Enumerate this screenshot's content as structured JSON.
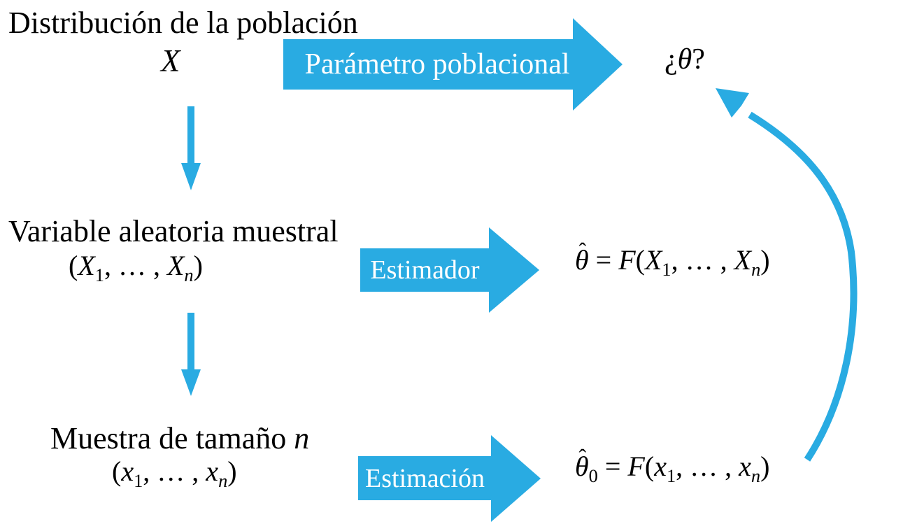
{
  "colors": {
    "accent": "#29abe2",
    "text": "#000000",
    "arrow_label_text": "#ffffff",
    "background": "#ffffff"
  },
  "population": {
    "title": "Distribución de la población",
    "symbol": "X"
  },
  "sample_rv": {
    "title": "Variable aleatoria muestral",
    "tuple": {
      "open": "(",
      "v1": "X",
      "s1": "1",
      "sep": ", … , ",
      "v2": "X",
      "s2": "n",
      "close": ")"
    }
  },
  "sample": {
    "title": "Muestra de tamaño ",
    "title_var": "n",
    "tuple": {
      "open": "(",
      "v1": "x",
      "s1": "1",
      "sep": ", … , ",
      "v2": "x",
      "s2": "n",
      "close": ")"
    }
  },
  "arrows": {
    "parameter": {
      "label": "Parámetro poblacional"
    },
    "estimator": {
      "label": "Estimador"
    },
    "estimation": {
      "label": "Estimación"
    }
  },
  "results": {
    "parameter": {
      "open": "¿",
      "symbol": "θ",
      "close": "?"
    },
    "estimator": {
      "hat": "ˆ",
      "base": "θ",
      "eq": " = ",
      "func": "F",
      "open": "(",
      "v1": "X",
      "s1": "1",
      "sep": ", … , ",
      "v2": "X",
      "s2": "n",
      "close": ")"
    },
    "estimation": {
      "hat": "ˆ",
      "base": "θ",
      "sub": "0",
      "eq": " = ",
      "func": "F",
      "open": "(",
      "v1": "x",
      "s1": "1",
      "sep": ", … , ",
      "v2": "x",
      "s2": "n",
      "close": ")"
    }
  }
}
